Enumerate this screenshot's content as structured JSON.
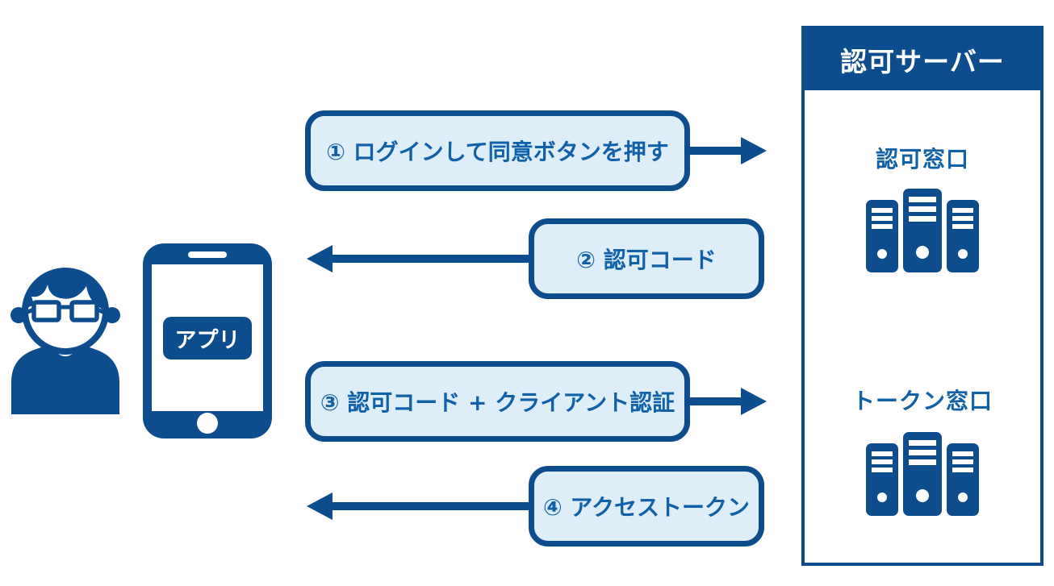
{
  "colors": {
    "primary_dark_blue": "#0d4d8d",
    "box_fill_light_blue": "#ddeef9",
    "box_text_blue": "#1161a8",
    "background": "#ffffff"
  },
  "phone": {
    "app_label": "アプリ"
  },
  "flows": [
    {
      "label": "① ログインして同意ボタンを押す",
      "direction": "right"
    },
    {
      "label": "② 認可コード",
      "direction": "left"
    },
    {
      "label": "③ 認可コード + クライアント認証",
      "direction": "right"
    },
    {
      "label": "④ アクセストークン",
      "direction": "left"
    }
  ],
  "server_panel": {
    "title": "認可サーバー",
    "sections": [
      {
        "label": "認可窓口",
        "icon": "server-rack-icon"
      },
      {
        "label": "トークン窓口",
        "icon": "server-rack-icon"
      }
    ]
  },
  "icons": {
    "user": "user-with-glasses-icon",
    "phone": "smartphone-icon"
  }
}
